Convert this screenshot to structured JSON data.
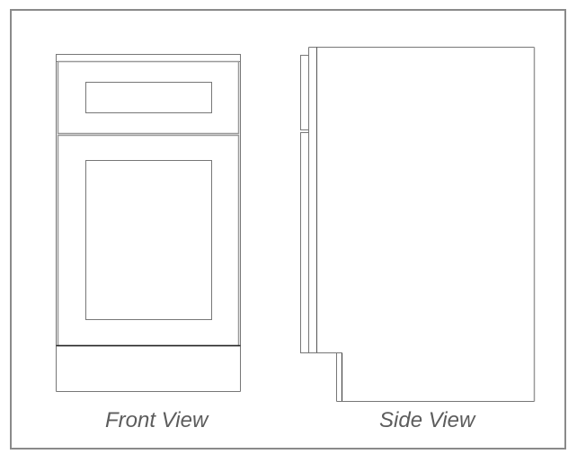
{
  "drawing": {
    "front_view_label": "Front View",
    "side_view_label": "Side View",
    "colors": {
      "frame": "#8a8a8a",
      "line": "#777777",
      "dark_line": "#222222",
      "label": "#5c5c5c"
    }
  },
  "front_view": {
    "components": [
      "countertop-edge",
      "drawer-front",
      "drawer-recessed-panel",
      "door",
      "door-recessed-panel",
      "toe-kick"
    ]
  },
  "side_view": {
    "components": [
      "cabinet-side",
      "face-frame",
      "drawer-front-profile",
      "door-profile",
      "toe-kick-recess"
    ]
  }
}
